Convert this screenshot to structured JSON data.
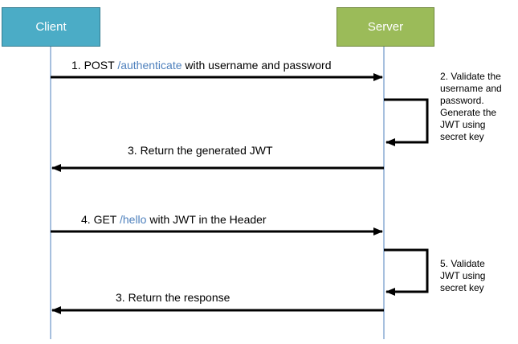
{
  "participants": {
    "client": {
      "label": "Client",
      "color": "#4bacc6"
    },
    "server": {
      "label": "Server",
      "color": "#9bbb59"
    }
  },
  "messages": [
    {
      "pre": "1. POST ",
      "link": "/authenticate",
      "post": " with username and password"
    },
    {
      "pre": "3. Return the generated JWT",
      "link": "",
      "post": ""
    },
    {
      "pre": "4.  GET ",
      "link": "/hello",
      "post": " with JWT in the Header"
    },
    {
      "pre": "3. Return the response",
      "link": "",
      "post": ""
    }
  ],
  "notes": [
    {
      "text": "2. Validate the\nusername and\npassword.\nGenerate the\nJWT using\nsecret key"
    },
    {
      "text": "5. Validate\nJWT using\nsecret key"
    }
  ],
  "colors": {
    "lifeline": "#4f81bd",
    "arrow": "#000000",
    "link_text": "#4f81bd"
  }
}
